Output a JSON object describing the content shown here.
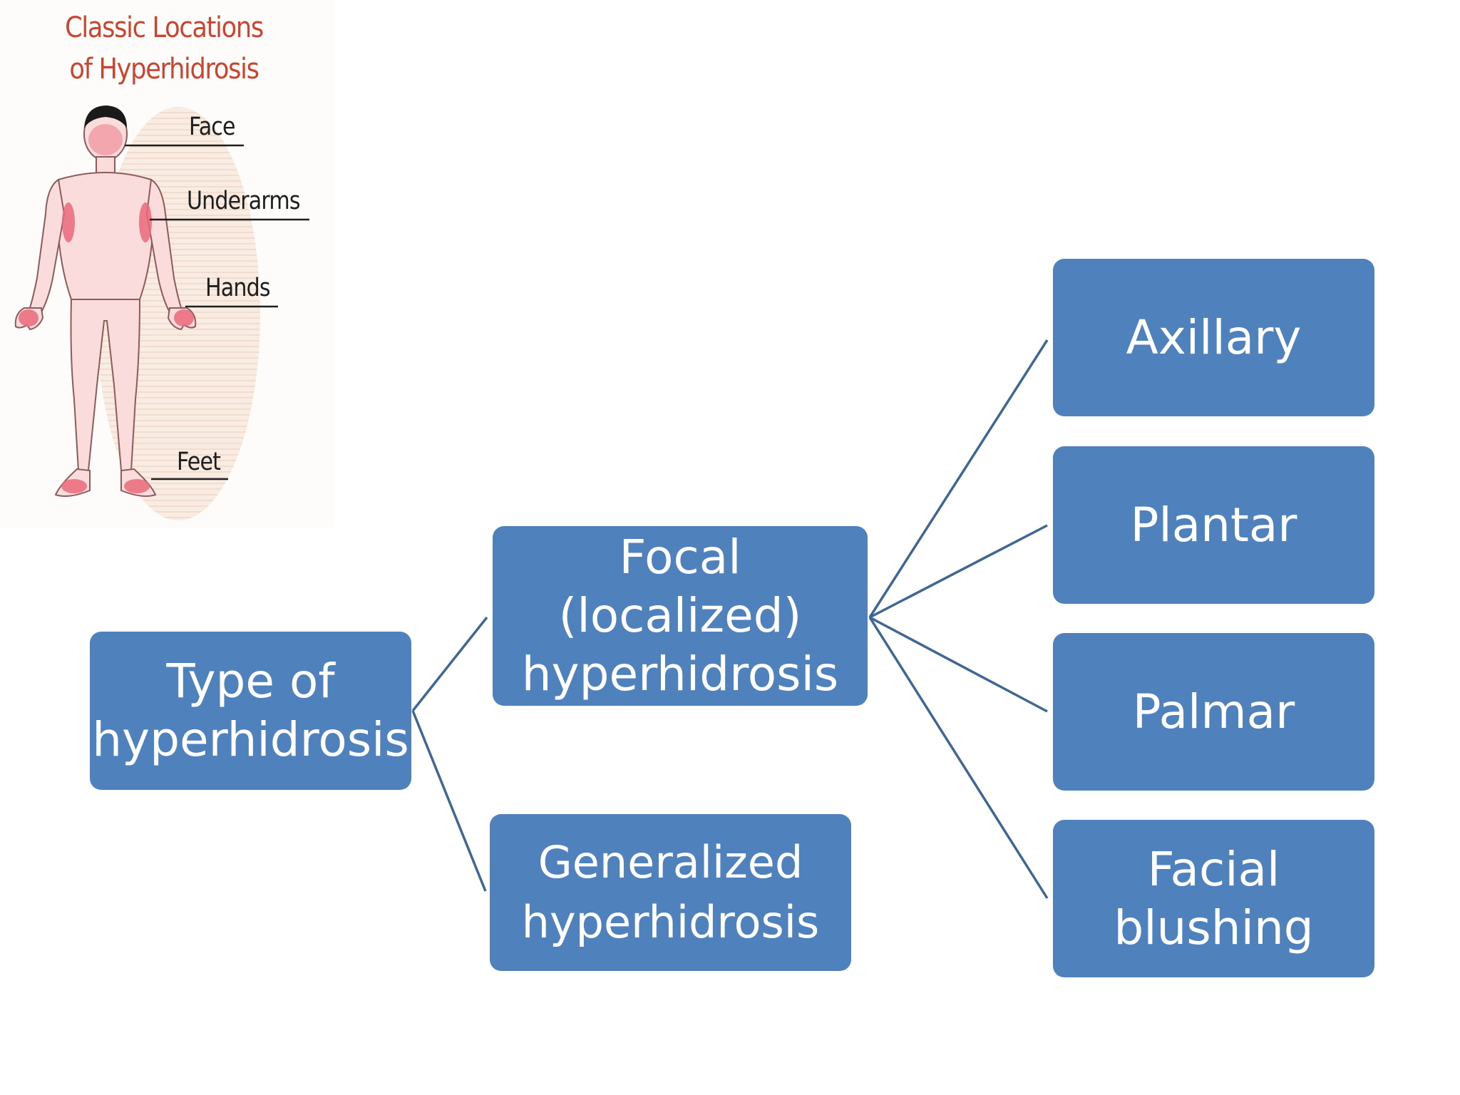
{
  "illustration": {
    "title_lines": [
      "Classic Locations",
      "of Hyperhidrosis"
    ],
    "labels": {
      "face": "Face",
      "underarms": "Underarms",
      "hands": "Hands",
      "feet": "Feet"
    },
    "colors": {
      "title": "#c9452f",
      "skin": "#fbdcdc",
      "sweat_zone": "#e9687a",
      "backdrop": "#f7e4d6"
    }
  },
  "hierarchy": {
    "root": {
      "lines": [
        "Type of",
        "hyperhidrosis"
      ]
    },
    "level1": {
      "focal": [
        "Focal (localized)",
        "hyperhidrosis"
      ],
      "generalized": [
        "Generalized",
        "hyperhidrosis"
      ]
    },
    "level2": {
      "axillary": [
        "Axillary"
      ],
      "plantar": [
        "Plantar"
      ],
      "palmar": [
        "Palmar"
      ],
      "facial": [
        "Facial",
        "blushing"
      ]
    },
    "colors": {
      "node_fill": "#4f81bd",
      "node_text": "#ffffff",
      "connector": "#3f6794"
    }
  }
}
